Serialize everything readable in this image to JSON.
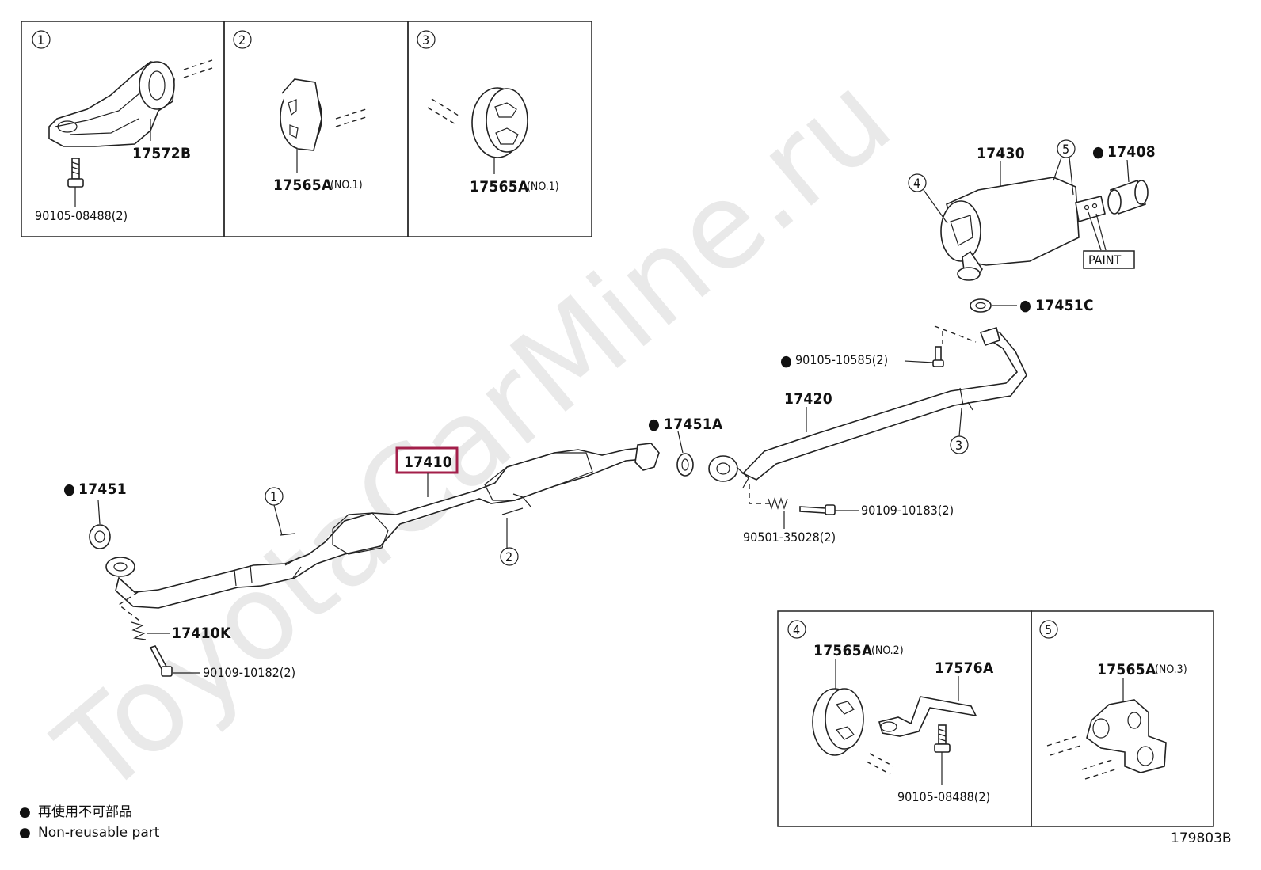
{
  "watermark": "ToyotaCarMine.ru",
  "diagram_id": "179803B",
  "highlight_color": "#a31f4a",
  "legend": {
    "japanese": "再使用不可部品",
    "english": "Non-reusable part",
    "bullet": "●"
  },
  "inset_boxes": [
    {
      "number": "1",
      "parts": [
        "17572B",
        "90105-08488(2)"
      ]
    },
    {
      "number": "2",
      "parts": [
        "17565A",
        "(NO.1)"
      ]
    },
    {
      "number": "3",
      "parts": [
        "17565A",
        "(NO.1)"
      ]
    },
    {
      "number": "4",
      "parts": [
        "17565A",
        "(NO.2)",
        "17576A",
        "90105-08488(2)"
      ]
    },
    {
      "number": "5",
      "parts": [
        "17565A",
        "(NO.3)"
      ]
    }
  ],
  "labels": {
    "p17572B": "17572B",
    "p90105_08488_a": "90105-08488(2)",
    "p17565A_1": "17565A",
    "no1_a": "(NO.1)",
    "p17565A_2": "17565A",
    "no1_b": "(NO.1)",
    "p17430": "17430",
    "p17408": "17408",
    "paint": "PAINT",
    "p17451C": "17451C",
    "p90105_10585": "90105-10585(2)",
    "p17420": "17420",
    "p17451A": "17451A",
    "p17410": "17410",
    "p17451": "17451",
    "p17410K": "17410K",
    "p90109_10182": "90109-10182(2)",
    "p90109_10183": "90109-10183(2)",
    "p90501_35028": "90501-35028(2)",
    "p17565A_no2": "17565A",
    "no2": "(NO.2)",
    "p17576A": "17576A",
    "p90105_08488_b": "90105-08488(2)",
    "p17565A_no3": "17565A",
    "no3": "(NO.3)",
    "c1": "1",
    "c2": "2",
    "c3": "3",
    "c4": "4",
    "c5": "5",
    "b1": "1",
    "b2": "2",
    "b3": "3",
    "b4": "4",
    "b5": "5",
    "dot": "●"
  }
}
